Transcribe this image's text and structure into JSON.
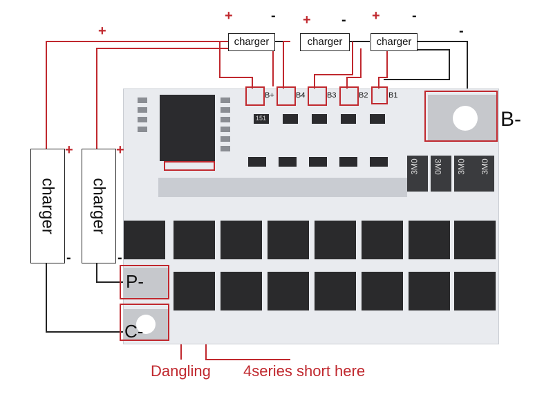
{
  "diagram": {
    "top_chargers": [
      {
        "label": "charger",
        "plus": "+",
        "minus": "-"
      },
      {
        "label": "charger",
        "plus": "+",
        "minus": "-"
      },
      {
        "label": "charger",
        "plus": "+",
        "minus": "-"
      }
    ],
    "side_chargers": [
      {
        "label": "charger",
        "plus": "+",
        "minus": "-"
      },
      {
        "label": "charger",
        "plus": "+",
        "minus": "-"
      }
    ],
    "top_left_plus": "+",
    "top_right_minus": "-",
    "balance_pads": [
      "B+",
      "B4",
      "B3",
      "B2",
      "B1"
    ],
    "pad_labels": {
      "b_minus": "B-",
      "p_minus": "P-",
      "c_minus": "C-"
    },
    "captions": {
      "dangling": "Dangling",
      "short": "4series short here"
    },
    "resistor_markings": [
      "3M0",
      "3M0",
      "3M0",
      "3M0"
    ],
    "small_resistor_marking": "151",
    "colors": {
      "wire_red": "#c0282e",
      "wire_black": "#222222",
      "board": "#e9ebef"
    }
  }
}
